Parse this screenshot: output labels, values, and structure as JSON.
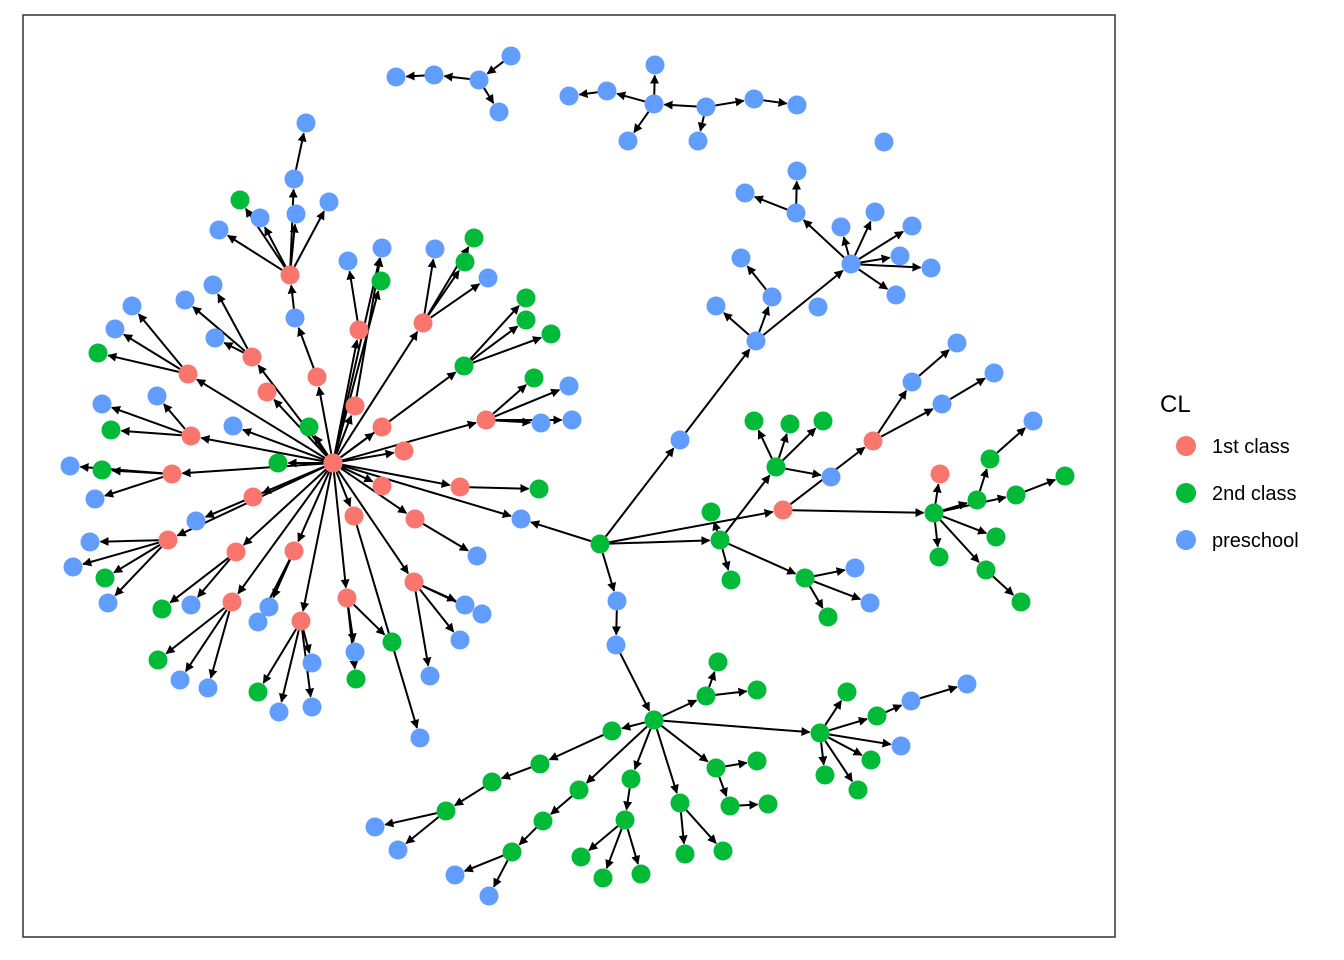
{
  "legend": {
    "title": "CL",
    "items": [
      {
        "key": "first",
        "label": "1st class",
        "color": "#F8766D"
      },
      {
        "key": "second",
        "label": "2nd class",
        "color": "#00BA38"
      },
      {
        "key": "pre",
        "label": "preschool",
        "color": "#619CFF"
      }
    ]
  },
  "colors": {
    "edge": "#000000",
    "panel_border": "#333333",
    "background": "#ffffff"
  }
}
